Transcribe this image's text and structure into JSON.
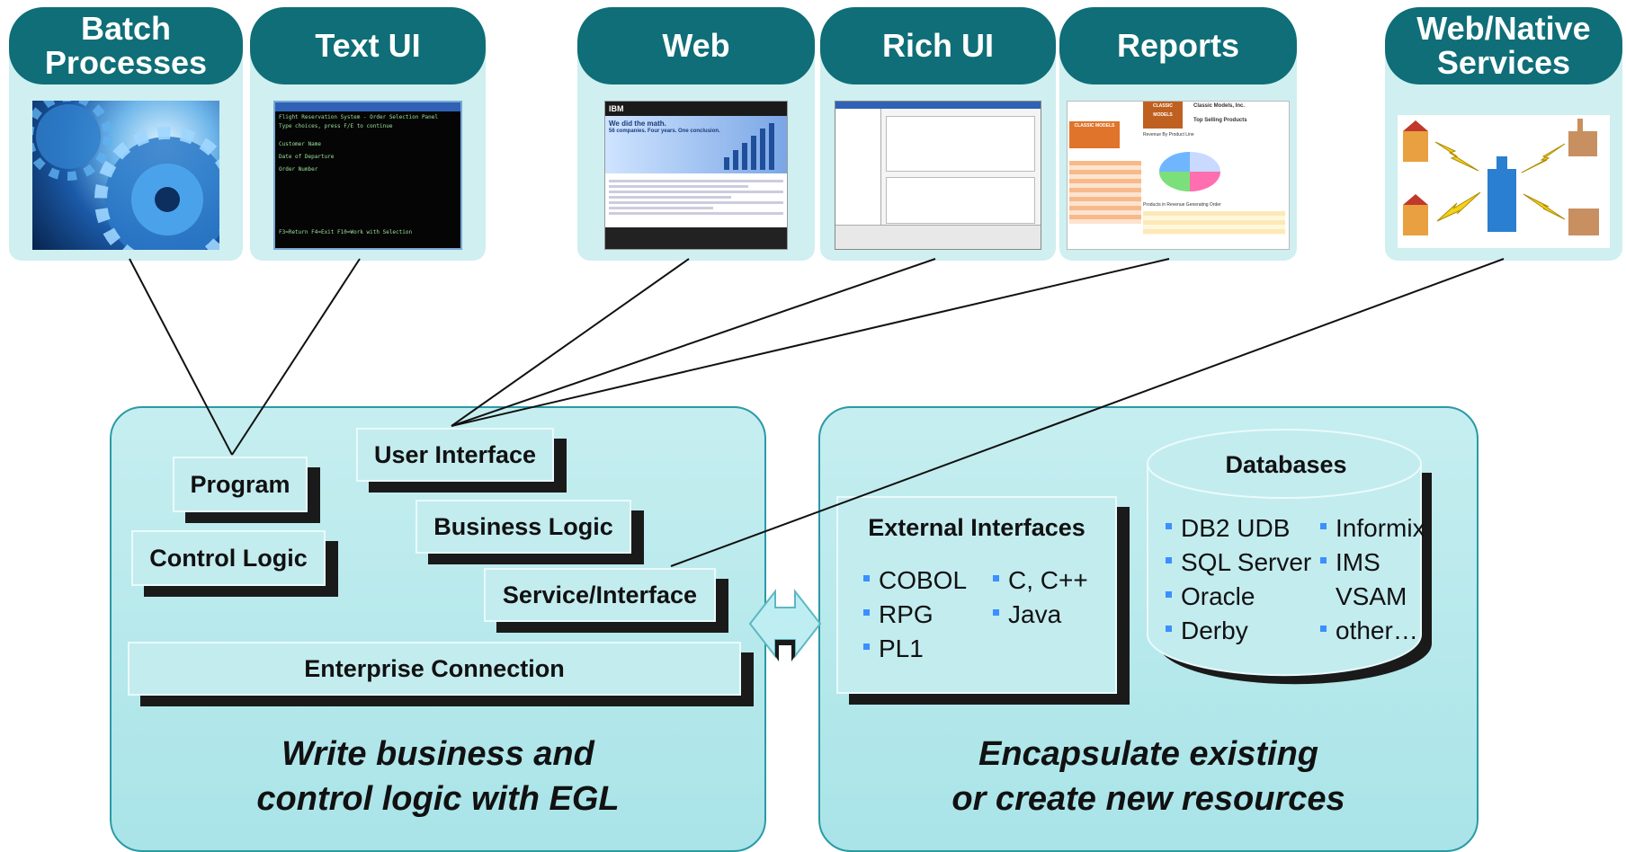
{
  "tiles": [
    {
      "id": "batch",
      "label": "Batch Processes"
    },
    {
      "id": "textui",
      "label": "Text UI"
    },
    {
      "id": "web",
      "label": "Web"
    },
    {
      "id": "richui",
      "label": "Rich UI"
    },
    {
      "id": "reports",
      "label": "Reports"
    },
    {
      "id": "services",
      "label": "Web/Native Services"
    }
  ],
  "text_screen": {
    "title": "Flight Reservation System - Order Selection Panel",
    "line1": "Type choices, press F/E to continue",
    "f1": "Customer Name",
    "f2": "Date of Departure",
    "f3": "Order Number",
    "footer": "F3=Return  F4=Exit  F10=Work with Selection"
  },
  "web_screen": {
    "logo": "IBM",
    "headline1": "We did the math.",
    "headline2": "56 companies. Four years. One conclusion."
  },
  "reports_screen": {
    "company": "Classic Models, Inc.",
    "title": "Top Selling Products",
    "section": "Revenue By Product Line",
    "logo": "CLASSIC MODELS",
    "section2": "Products in Revenue Generating Order"
  },
  "left_panel": {
    "program": "Program",
    "control_logic": "Control Logic",
    "user_interface": "User Interface",
    "business_logic": "Business Logic",
    "service_interface": "Service/Interface",
    "enterprise_connection": "Enterprise Connection",
    "caption_line1": "Write business and",
    "caption_line2": "control logic with EGL"
  },
  "right_panel": {
    "external_title": "External Interfaces",
    "external_col1": [
      "COBOL",
      "RPG",
      "PL1"
    ],
    "external_col2": [
      "C, C++",
      "Java"
    ],
    "db_title": "Databases",
    "db_col1": [
      "DB2 UDB",
      "SQL Server",
      "Oracle",
      "Derby"
    ],
    "db_col2": [
      "Informix",
      "IMS",
      "VSAM",
      "other…"
    ],
    "caption_line1": "Encapsulate existing",
    "caption_line2": "or create new resources"
  },
  "colors": {
    "tab": "#0f6e77",
    "panel": "#b9e9ec",
    "bullet": "#3b8fff",
    "shadow": "#1a1a1a"
  }
}
